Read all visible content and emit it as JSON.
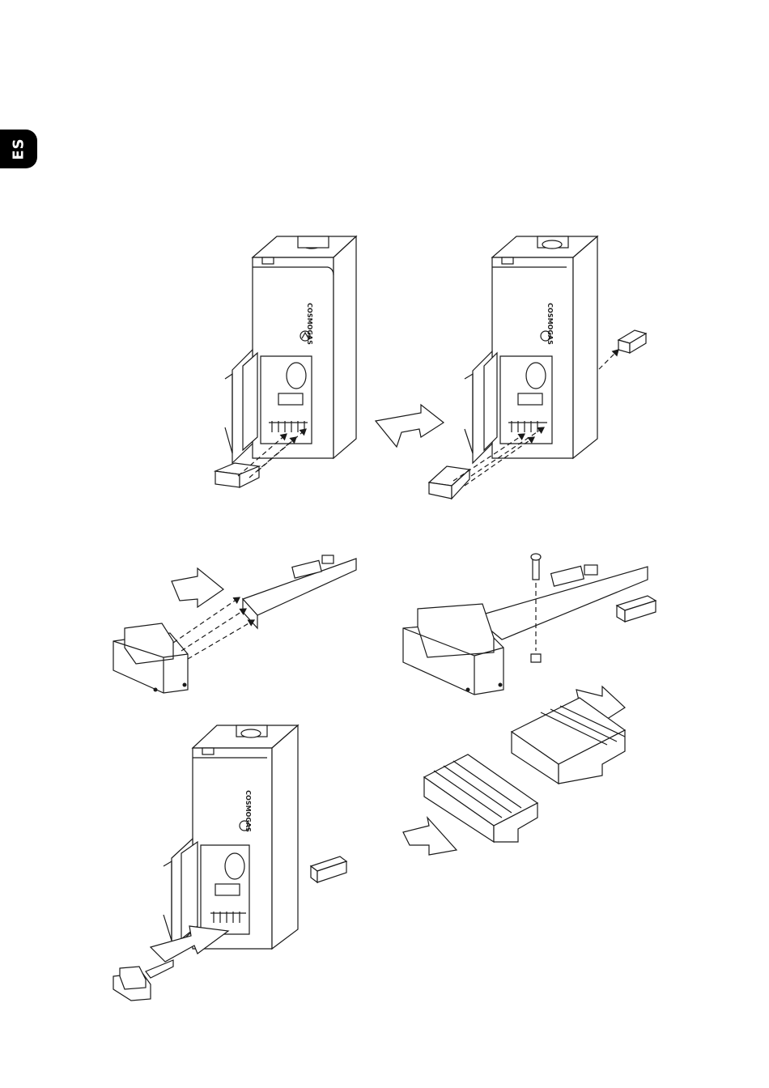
{
  "page": {
    "language_tab": "ES",
    "brand_logo_text": "COSMOGAS",
    "figures": [
      {
        "name": "step-1-remove-drawer",
        "description_icon": "boiler-open-drawer"
      },
      {
        "name": "step-2-remove-connector",
        "description_icon": "boiler-connector"
      },
      {
        "name": "step-3-slide-board-out",
        "description_icon": "board-assembly"
      },
      {
        "name": "step-4-fit-terminal",
        "description_icon": "board-terminal"
      },
      {
        "name": "step-5-reinsert",
        "description_icon": "boiler-reinsert"
      }
    ]
  }
}
